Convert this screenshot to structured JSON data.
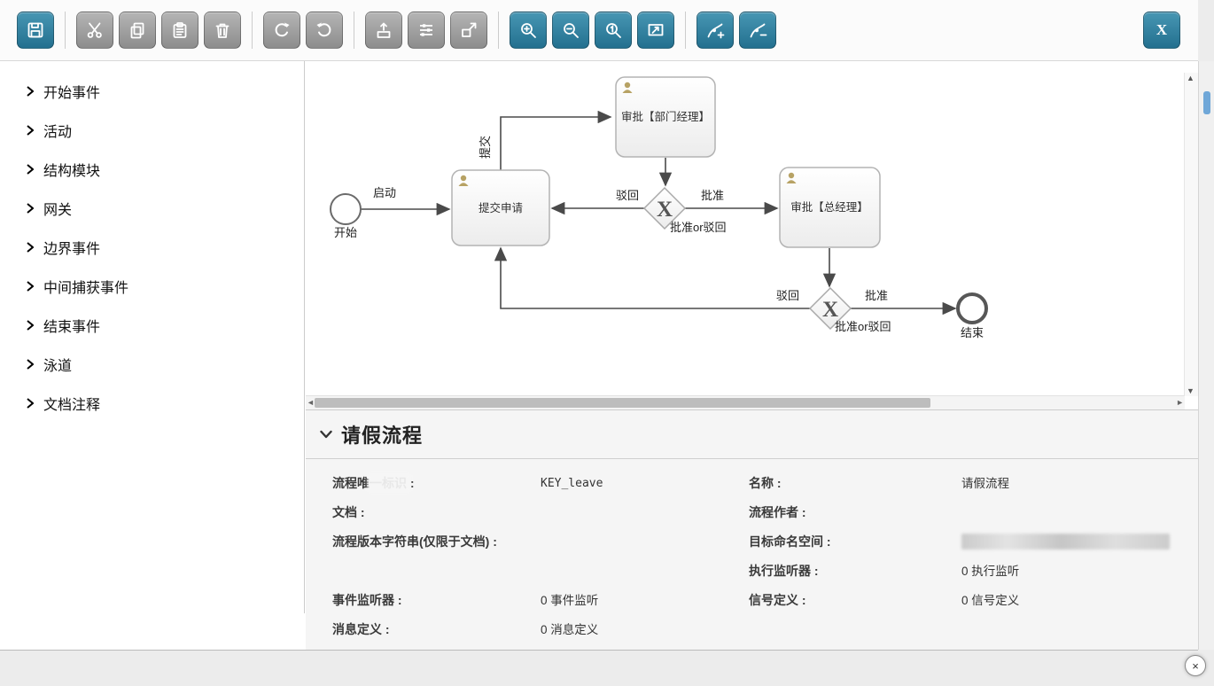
{
  "toolbar": {
    "close_label": "X",
    "icons": [
      "save",
      "cut",
      "copy",
      "paste",
      "delete",
      "redo",
      "undo",
      "align-vertical",
      "align-horizontal",
      "same-size",
      "zoom-in",
      "zoom-out",
      "zoom-actual",
      "zoom-fit",
      "add-bendpoint",
      "remove-bendpoint"
    ],
    "colors": {
      "enabled": "#2e7d9c",
      "disabled": "#9e9e9e"
    }
  },
  "sidebar": {
    "items": [
      {
        "label": "开始事件"
      },
      {
        "label": "活动"
      },
      {
        "label": "结构模块"
      },
      {
        "label": "网关"
      },
      {
        "label": "边界事件"
      },
      {
        "label": "中间捕获事件"
      },
      {
        "label": "结束事件"
      },
      {
        "label": "泳道"
      },
      {
        "label": "文档注释"
      }
    ]
  },
  "diagram": {
    "start_label": "开始",
    "end_label": "结束",
    "edge_launch": "启动",
    "edge_submit": "提交",
    "task_submit": "提交申请",
    "task_dept_manager": "审批【部门经理】",
    "task_general_manager": "审批【总经理】",
    "edge_reject_1": "驳回",
    "edge_approve_1": "批准",
    "gateway_caption_1": "批准or驳回",
    "edge_reject_2": "驳回",
    "edge_approve_2": "批准",
    "gateway_caption_2": "批准or驳回",
    "gateway_symbol": "X"
  },
  "properties": {
    "title": "请假流程",
    "process_key_label": "流程唯一标识 :",
    "process_key_value": "KEY_leave",
    "name_label": "名称 :",
    "name_value": "请假流程",
    "doc_label": "文档 :",
    "doc_value": "",
    "author_label": "流程作者 :",
    "author_value": "",
    "version_label": "流程版本字符串(仅限于文档) :",
    "version_value": "",
    "namespace_label": "目标命名空间 :",
    "exec_listener_label": "执行监听器 :",
    "exec_listener_value": "0 执行监听",
    "event_listener_label": "事件监听器 :",
    "event_listener_value": "0 事件监听",
    "signal_label": "信号定义 :",
    "signal_value": "0 信号定义",
    "message_label": "消息定义 :",
    "message_value": "0 消息定义"
  },
  "page": {
    "close_label": "×"
  }
}
